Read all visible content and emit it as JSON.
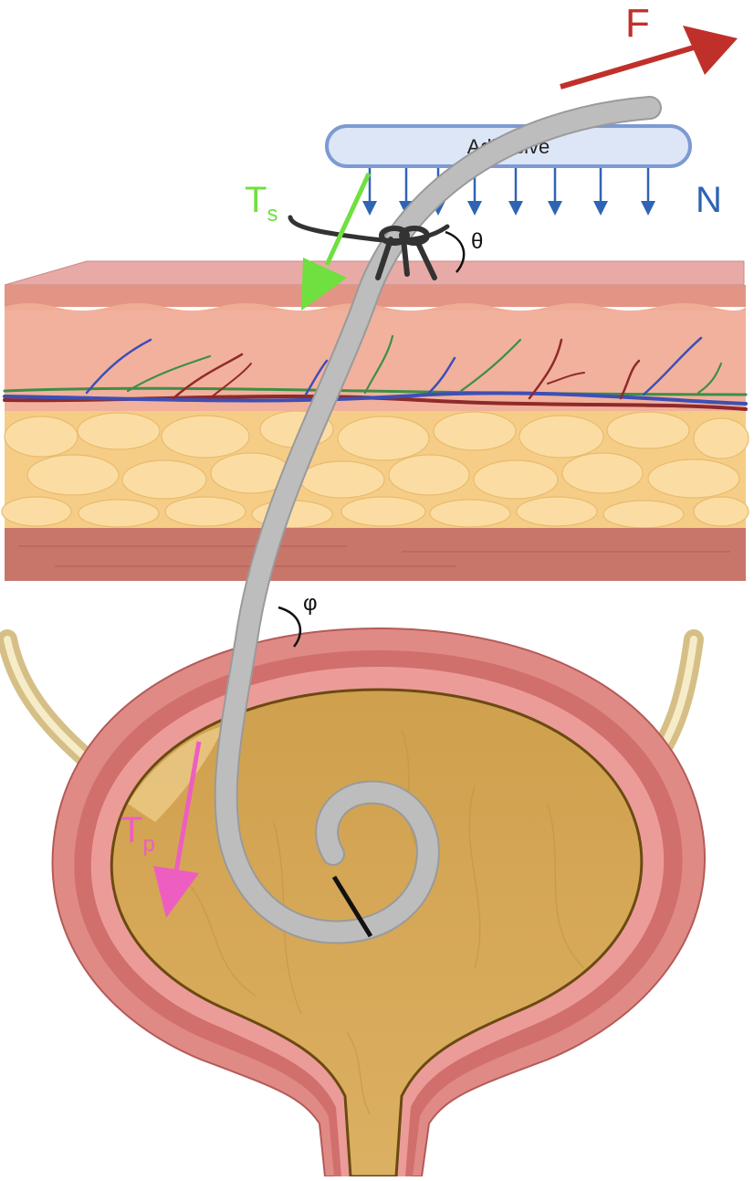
{
  "labels": {
    "adhesive": "Adhesive",
    "force": "F",
    "normal": "N",
    "suture_tension_main": "T",
    "suture_tension_sub": "s",
    "theta": "θ",
    "phi": "φ",
    "pigtail_tension_main": "T",
    "pigtail_tension_sub": "p"
  },
  "colors": {
    "force_arrow": "#c0302a",
    "normal_arrows": "#2f64b4",
    "suture_tension_arrow": "#6fe03f",
    "pigtail_tension_arrow": "#ee5ec0",
    "catheter": "#b9b9b9",
    "suture": "#333333",
    "adhesive_fill": "#dde6f6",
    "adhesive_border": "#7d9ad2",
    "epidermis": "#e9a3a0",
    "dermis": "#f1b19c",
    "fat": "#f8d594",
    "muscle": "#c9776b",
    "bladder_wall": "#dc7f7d",
    "urine": "#d9ac5a",
    "artery": "#8f2a2a",
    "vein": "#3e4fb5",
    "nerve": "#3d8f45"
  },
  "icons": [
    "force-arrow-icon",
    "normal-force-arrow-icon",
    "suture-tension-arrow-icon",
    "pigtail-tension-arrow-icon",
    "suture-knot-icon"
  ]
}
